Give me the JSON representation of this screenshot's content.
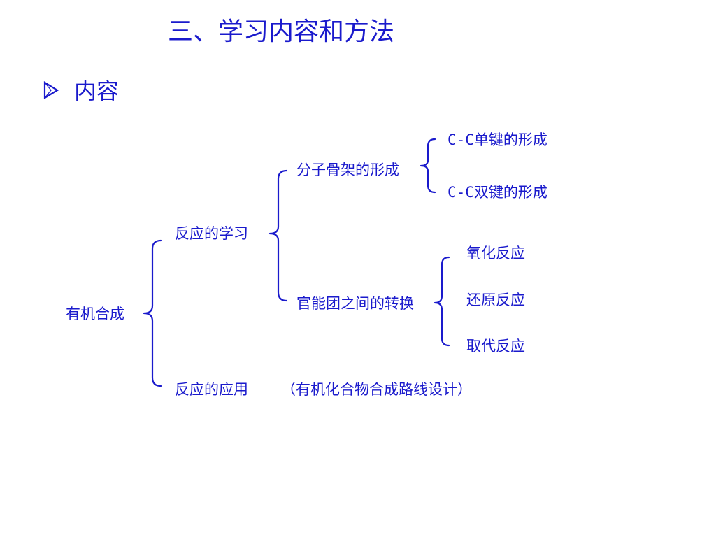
{
  "title": "三、学习内容和方法",
  "section": {
    "label": "内容"
  },
  "tree": {
    "root": "有机合成",
    "level1": {
      "reaction_study": "反应的学习",
      "reaction_application": "反应的应用",
      "reaction_application_note": "（有机化合物合成路线设计）"
    },
    "level2": {
      "skeleton": "分子骨架的形成",
      "functional_group": "官能团之间的转换"
    },
    "level3": {
      "cc_single": "C-C单键的形成",
      "cc_double": "C-C双键的形成",
      "oxidation": "氧化反应",
      "reduction": "还原反应",
      "substitution": "取代反应"
    }
  },
  "colors": {
    "text": "#1a1acc",
    "bullet": "#1a1acc",
    "background": "#ffffff"
  },
  "icons": {
    "bullet": "arrow-bullet-icon"
  }
}
